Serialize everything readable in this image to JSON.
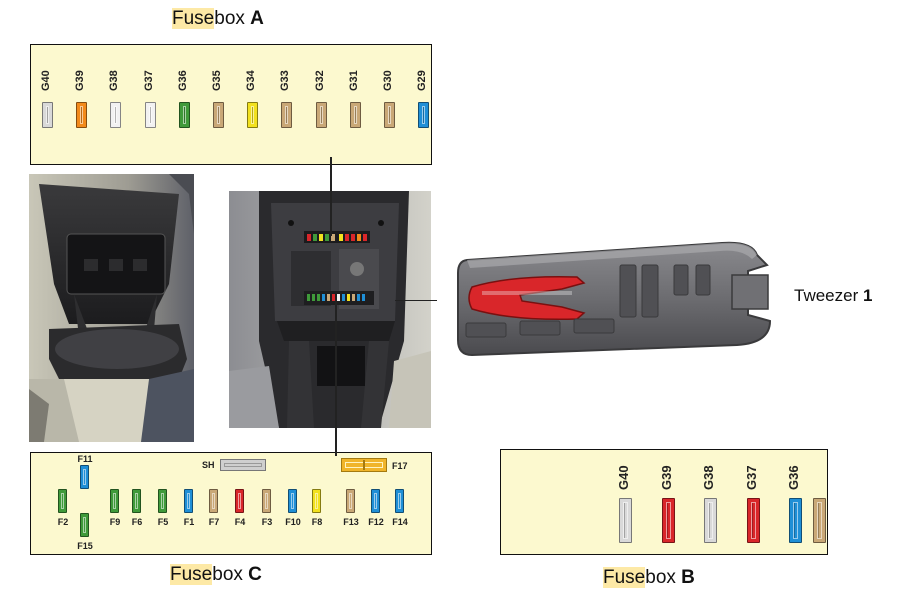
{
  "fusebox_a": {
    "caption_hl": "Fuse",
    "caption_rest": "box ",
    "caption_letter": "A",
    "fuses": [
      {
        "label": "G40",
        "color": "#d9d9d9"
      },
      {
        "label": "G39",
        "color": "#f28a1a"
      },
      {
        "label": "G38",
        "color": "#f2f2f2"
      },
      {
        "label": "G37",
        "color": "#f2f2f2"
      },
      {
        "label": "G36",
        "color": "#3f9a3a"
      },
      {
        "label": "G35",
        "color": "#c9a877"
      },
      {
        "label": "G34",
        "color": "#f2e11f"
      },
      {
        "label": "G33",
        "color": "#c9a877"
      },
      {
        "label": "G32",
        "color": "#c9a877"
      },
      {
        "label": "G31",
        "color": "#c9a877"
      },
      {
        "label": "G30",
        "color": "#c9a877"
      },
      {
        "label": "G29",
        "color": "#1f8fd6"
      }
    ]
  },
  "fusebox_b": {
    "caption_hl": "Fuse",
    "caption_rest": "box ",
    "caption_letter": "B",
    "fuses": [
      {
        "label": "G40",
        "color": "#d9d9d9"
      },
      {
        "label": "G39",
        "color": "#d9262a"
      },
      {
        "label": "G38",
        "color": "#d9d9d9"
      },
      {
        "label": "G37",
        "color": "#d9262a"
      },
      {
        "label": "G36",
        "color": "#1f8fd6"
      },
      {
        "label": "",
        "color": "#c9a877"
      }
    ]
  },
  "fusebox_c": {
    "caption_hl": "Fuse",
    "caption_rest": "box ",
    "caption_letter": "C",
    "top_fuses": [
      {
        "label": "F11",
        "color": "#1f8fd6"
      }
    ],
    "sh": {
      "label": "SH",
      "color": "#cfcfcf"
    },
    "f17": {
      "label": "F17",
      "color": "#f0b52a"
    },
    "row": [
      {
        "label": "F2",
        "color": "#3f9a3a"
      },
      {
        "label": "F9",
        "color": "#3f9a3a"
      },
      {
        "label": "F6",
        "color": "#3f9a3a"
      },
      {
        "label": "F5",
        "color": "#3f9a3a"
      },
      {
        "label": "F1",
        "color": "#1f8fd6"
      },
      {
        "label": "F7",
        "color": "#c9a877"
      },
      {
        "label": "F4",
        "color": "#d9262a"
      },
      {
        "label": "F3",
        "color": "#c9a877"
      },
      {
        "label": "F10",
        "color": "#1f8fd6"
      },
      {
        "label": "F8",
        "color": "#f2e11f"
      },
      {
        "label": "F13",
        "color": "#c9a877"
      },
      {
        "label": "F12",
        "color": "#1f8fd6"
      },
      {
        "label": "F14",
        "color": "#1f8fd6"
      }
    ],
    "bottom_fuse": {
      "label": "F15",
      "color": "#3f9a3a"
    }
  },
  "tweezer": {
    "label": "Tweezer ",
    "number": "1"
  }
}
